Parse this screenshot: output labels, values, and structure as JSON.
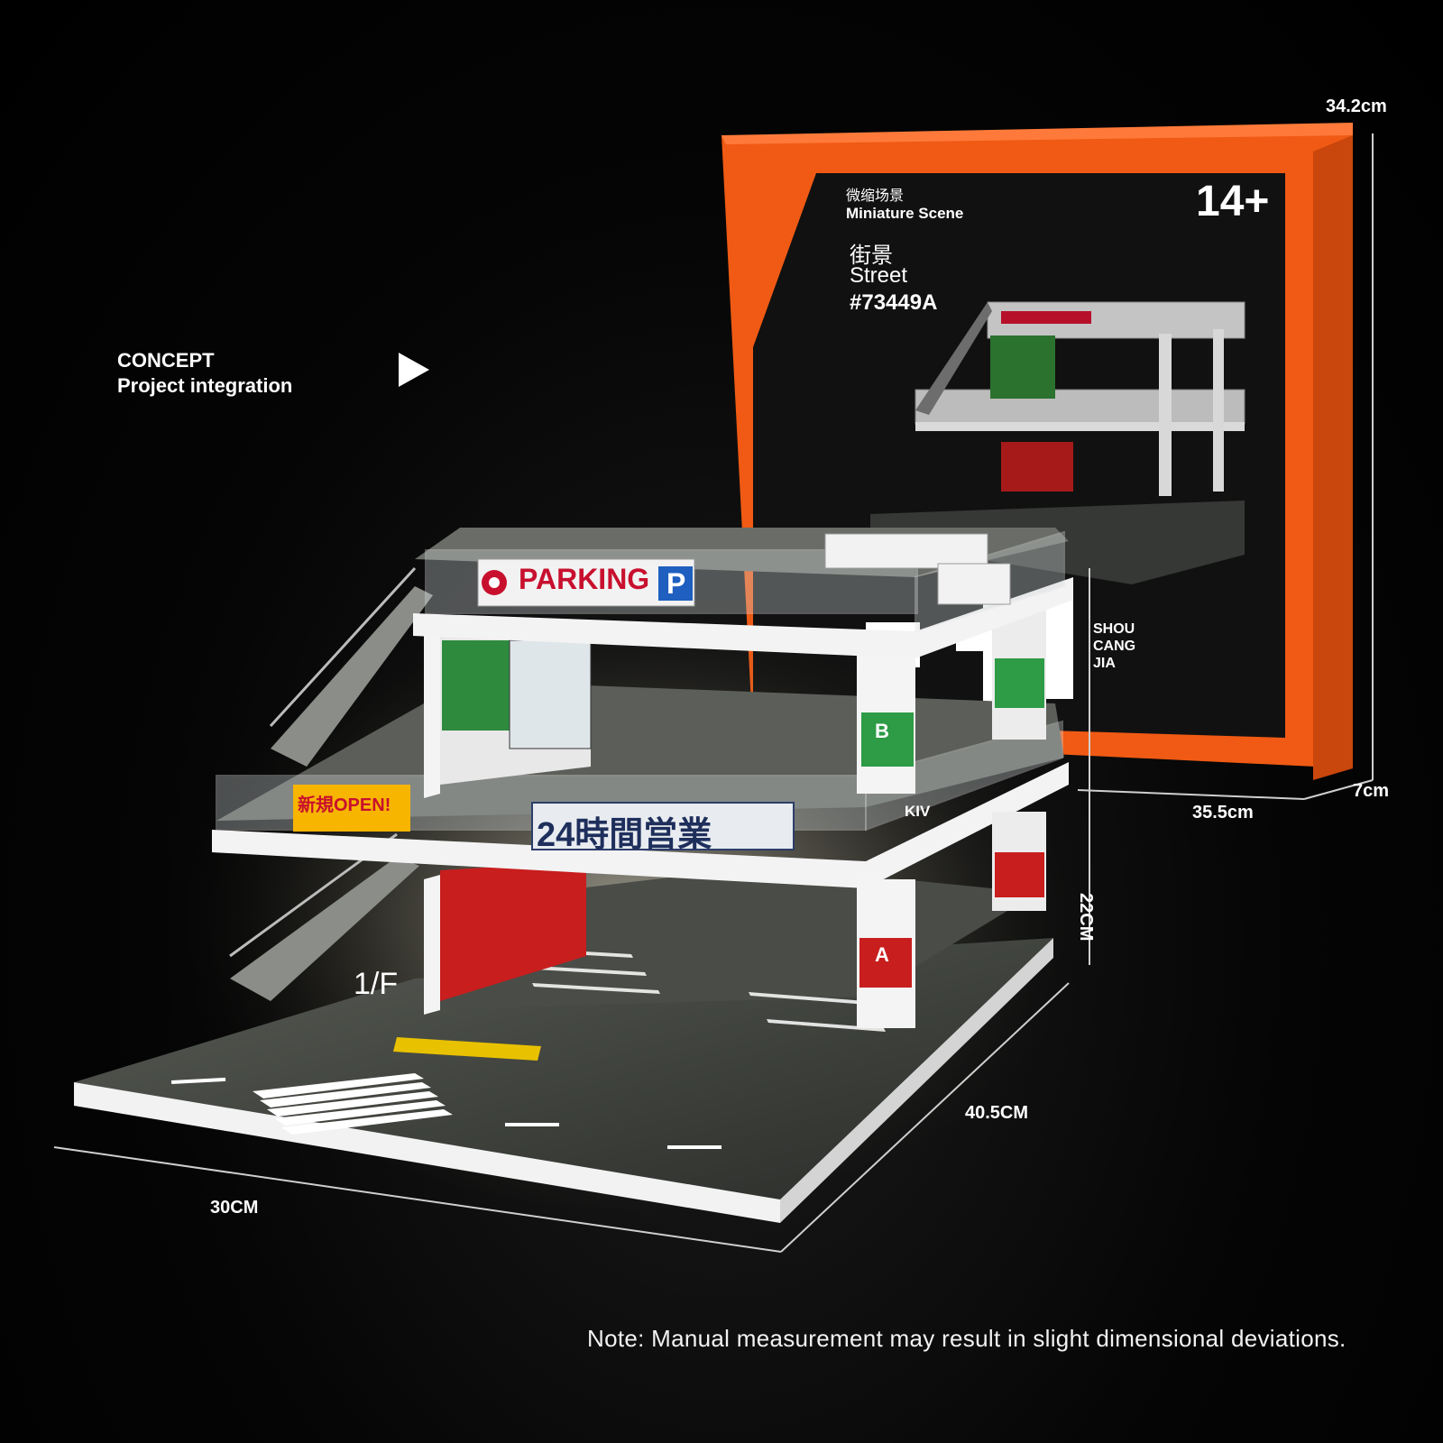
{
  "concept": {
    "title": "CONCEPT",
    "subtitle": "Project integration",
    "icon": "play-triangle-icon"
  },
  "box": {
    "category_cn": "微缩场景",
    "category_en": "Miniature Scene",
    "age": "14+",
    "name_cn": "街景",
    "name_en": "Street",
    "code": "#73449A",
    "brand": [
      "SHOU",
      "CANG",
      "JIA"
    ],
    "color_outer": "#f05a14",
    "color_panel": "#111111"
  },
  "dimensions": {
    "box_height": "34.2cm",
    "box_depth": "7cm",
    "box_width": "35.5cm",
    "model_height": "22CM",
    "model_depth": "40.5CM",
    "model_width": "30CM"
  },
  "model_signs": {
    "parking": "PARKING",
    "parking_p": "P",
    "hours": "24時間営業",
    "open": "新規OPEN!",
    "floor_1": "1/F",
    "pillar_b": "B",
    "pillar_a": "A",
    "kiv": "KIV"
  },
  "note": "Note: Manual measurement may result in slight dimensional deviations."
}
